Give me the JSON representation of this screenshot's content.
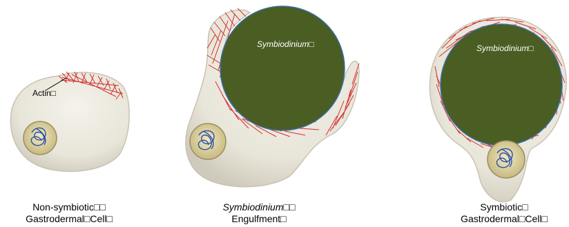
{
  "panels": [
    {
      "cell_label": "Actin□",
      "caption_line1": "Non-symbiotic□□",
      "caption_line2": "Gastrodermal□Cell□"
    },
    {
      "symbiont_label": "Symbiodinium□",
      "caption_line1": "Symbiodinium□□",
      "caption_line2": "Engulfment□"
    },
    {
      "symbiont_label": "Symbiodinium□",
      "caption_line1": "Symbiotic□",
      "caption_line2": "Gastrodermal□Cell□"
    }
  ],
  "colors": {
    "cell_fill": "#e9e6dc",
    "actin": "#d22f2f",
    "symbiont_fill": "#4a5d23",
    "symbiont_stroke": "#3a6fa8",
    "nucleus_fill": "#d9cc98",
    "chromatin": "#2b4ea8"
  }
}
